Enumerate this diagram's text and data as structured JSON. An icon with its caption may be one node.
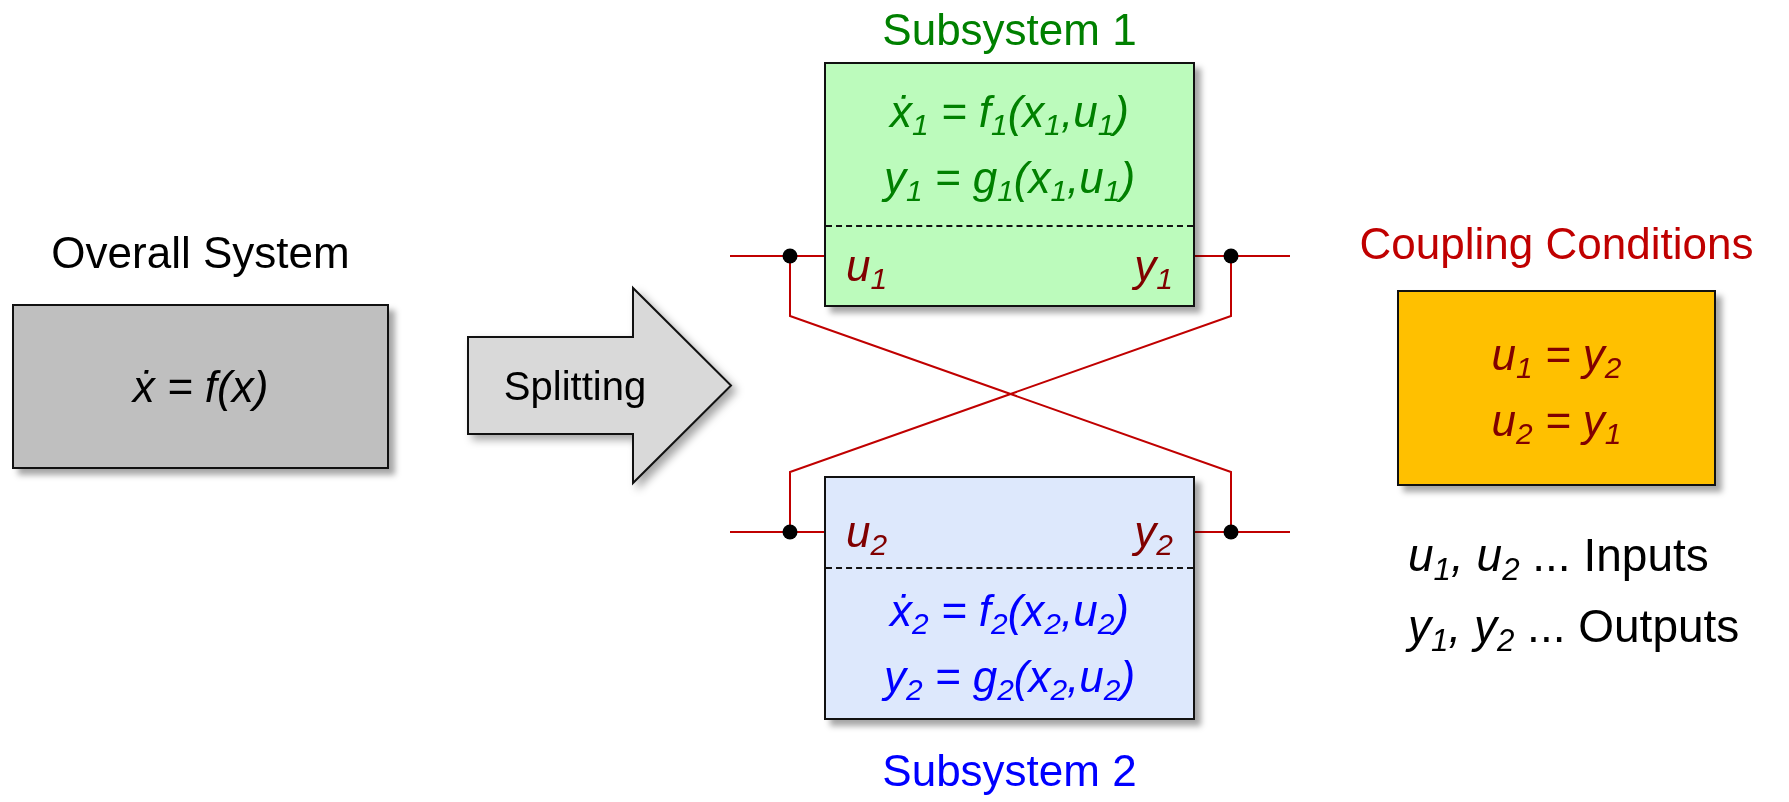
{
  "diagram": {
    "nodes": [
      {
        "text": [
          "Overall System",
          "ẋ = f(x)"
        ]
      },
      {
        "text": [
          "Splitting"
        ]
      },
      {
        "text": [
          "Subsystem 1",
          "ẋ$_{1}$ = f$_{1}$(x$_{1}$,u$_{1}$)",
          "y$_{1}$ = g$_{1}$(x$_{1}$,u$_{1}$)",
          "u$_{1}$",
          "y$_{1}$"
        ]
      },
      {
        "text": [
          "u$_{2}$",
          "y$_{2}$",
          "ẋ$_{2}$ = f$_{2}$(x$_{2}$,u$_{2}$)",
          "y$_{2}$ = g$_{2}$(x$_{2}$,u$_{2}$)",
          "Subsystem 2"
        ]
      },
      {
        "text": [
          "Coupling Conditions",
          "u$_{1}$ = y$_{2}$",
          "u$_{2}$ = y$_{1}$"
        ]
      }
    ],
    "edges": [
      {
        "from": null,
        "to": 2,
        "arrow": "none"
      },
      {
        "from": 2,
        "to": null,
        "arrow": "none"
      },
      {
        "from": null,
        "to": 3,
        "arrow": "none"
      },
      {
        "from": 3,
        "to": null,
        "arrow": "none"
      },
      {
        "from": 3,
        "to": 2,
        "arrow": "none"
      },
      {
        "from": 2,
        "to": 3,
        "arrow": "none"
      }
    ],
    "labels": [
      "*u$_{1}$, u$_{2}$* ... Inputs",
      "*y$_{1}$, y$_{2}$* ... Outputs"
    ]
  }
}
